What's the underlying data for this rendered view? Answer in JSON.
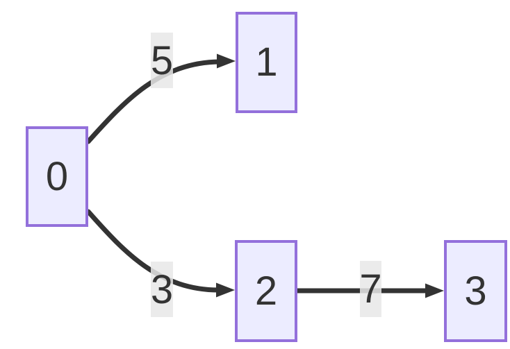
{
  "diagram": {
    "type": "flowchart",
    "direction": "left-to-right",
    "nodes": [
      {
        "id": "0",
        "label": "0"
      },
      {
        "id": "1",
        "label": "1"
      },
      {
        "id": "2",
        "label": "2"
      },
      {
        "id": "3",
        "label": "3"
      }
    ],
    "edges": [
      {
        "from": "0",
        "to": "1",
        "label": "5"
      },
      {
        "from": "0",
        "to": "2",
        "label": "3"
      },
      {
        "from": "2",
        "to": "3",
        "label": "7"
      }
    ],
    "colors": {
      "node_fill": "#ECECFF",
      "node_border": "#9370DB",
      "edge": "#333333",
      "label_background": "#E8E8E8",
      "text": "#333333",
      "canvas": "#FFFFFF"
    }
  }
}
